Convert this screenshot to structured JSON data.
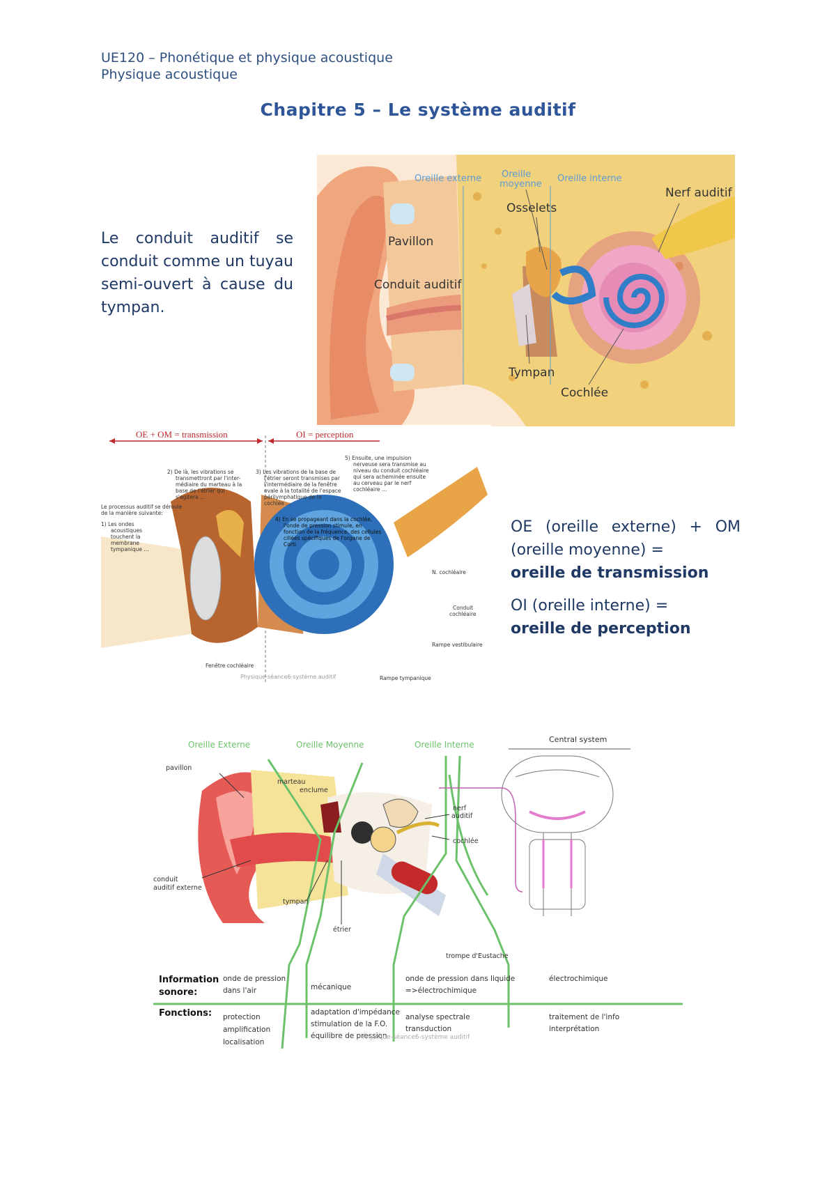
{
  "header": {
    "course": "UE120 – Phonétique et physique acoustique",
    "subject": "Physique acoustique"
  },
  "title": "Chapitre 5 – Le système auditif",
  "intro": "Le conduit auditif se conduit comme un tuyau semi-ouvert à cause du tympan.",
  "figure1": {
    "labels": {
      "oreille_externe": "Oreille externe",
      "oreille_moyenne_1": "Oreille",
      "oreille_moyenne_2": "moyenne",
      "oreille_interne": "Oreille interne",
      "nerf": "Nerf auditif",
      "osselets": "Osselets",
      "pavillon": "Pavillon",
      "conduit": "Conduit auditif",
      "tympan": "Tympan",
      "cochlee": "Cochlée"
    }
  },
  "figure2": {
    "oe_om": "OE + OM = transmission",
    "oi": "OI = perception",
    "step1_a": "Le processus auditif se déroule",
    "step1_b": "de la manière suivante:",
    "step1_c": "1) Les ondes",
    "step1_d": "acoustiques",
    "step1_e": "touchent la",
    "step1_f": "membrane",
    "step1_g": "tympanique ...",
    "step2_a": "2) De là, les vibrations se",
    "step2_b": "transmettront par l'inter-",
    "step2_c": "médiaire du marteau à la",
    "step2_d": "base de l'étrier qui",
    "step2_e": "s'agitera ...",
    "step3_a": "3) Les vibrations de la base de",
    "step3_b": "l'étrier seront transmises par",
    "step3_c": "l'intermédiaire de la fenêtre",
    "step3_d": "ovale à la totalité de l'espace",
    "step3_e": "périlymphatique de la",
    "step3_f": "cochlée ...",
    "step4_a": "4) En se propageant dans la cochlée,",
    "step4_b": "l'onde de pression stimule, en",
    "step4_c": "fonction de la fréquence, des cellules",
    "step4_d": "ciliées spécifiques de l'organe de",
    "step4_e": "Corti",
    "step5_a": "5) Ensuite, une impulsion",
    "step5_b": "nerveuse sera transmise au",
    "step5_c": "niveau du conduit cochléaire",
    "step5_d": "qui sera acheminée ensuite",
    "step5_e": "au cerveau par le nerf",
    "step5_f": "cochléaire ...",
    "n_cochleaire": "N. cochléaire",
    "conduit_cochleaire_1": "Conduit",
    "conduit_cochleaire_2": "cochléaire",
    "rampe_vest": "Rampe vestibulaire",
    "rampe_tymp": "Rampe tympanique",
    "fenetre": "Fenêtre cochléaire",
    "watermark": "Physique-séance6-système auditif"
  },
  "side_text": {
    "line1": "OE (oreille externe) + OM (oreille moyenne) =",
    "line1_bold": "oreille de transmission",
    "line2": "OI (oreille interne) =",
    "line2_bold": "oreille de perception"
  },
  "figure3": {
    "oe": "Oreille Externe",
    "om": "Oreille Moyenne",
    "oi": "Oreille Interne",
    "central": "Central system",
    "pavillon": "pavillon",
    "marteau": "marteau",
    "enclume": "enclume",
    "nerf_1": "nerf",
    "nerf_2": "auditif",
    "cochlee": "cochlée",
    "conduit_1": "conduit",
    "conduit_2": "auditif externe",
    "tympan": "tympan",
    "etrier": "étrier",
    "trompe": "trompe d'Eustache",
    "row1_label_1": "Information",
    "row1_label_2": "sonore:",
    "row1_c1_1": "onde de pression",
    "row1_c1_2": "dans l'air",
    "row1_c2": "mécanique",
    "row1_c3_1": "onde de pression dans liquide",
    "row1_c3_2": "=>électrochimique",
    "row1_c4": "électrochimique",
    "row2_label": "Fonctions:",
    "row2_c1_1": "protection",
    "row2_c1_2": "amplification",
    "row2_c1_3": "localisation",
    "row2_c2_1": "adaptation d'impédance",
    "row2_c2_2": "stimulation de la F.O.",
    "row2_c2_3": "équilibre de pression",
    "row2_c3_1": "analyse spectrale",
    "row2_c3_2": "transduction",
    "row2_c4_1": "traitement de l'info",
    "row2_c4_2": "interprétation",
    "watermark": "Physique-séance6-système auditif"
  },
  "colors": {
    "heading": "#2e5597",
    "text": "#1f3864",
    "green": "#6cc26a",
    "red_arrow": "#c0282d"
  }
}
